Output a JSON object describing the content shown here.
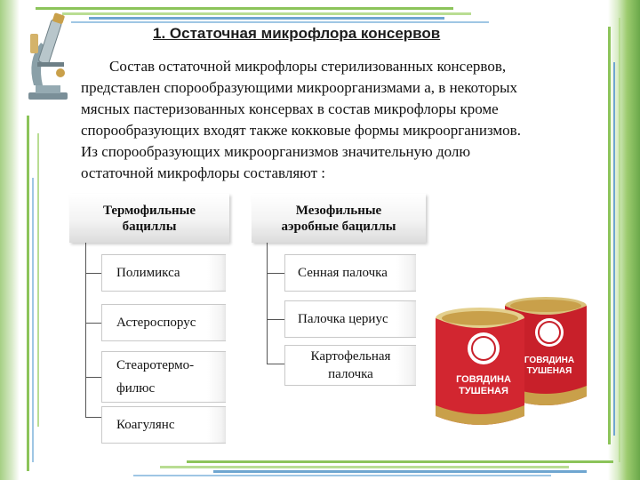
{
  "slide": {
    "title": "1. Остаточная микрофлора консервов",
    "paragraph_lines": [
      "Состав остаточной микрофлоры стерилизованных консервов,",
      "представлен спорообразующими микроорганизмами а, в некоторых",
      "мясных пастеризованных консервах в состав микрофлоры кроме",
      "спорообразующих входят также кокковые формы микроорганизмов.",
      "Из спорообразующих микроорганизмов значительную долю",
      "остаточной микрофлоры составляют :"
    ]
  },
  "diagram": {
    "left": {
      "header_lines": [
        "Термофильные",
        "бациллы"
      ],
      "items": [
        "Полимикса",
        "Астероспорус",
        "Стеаротермо-",
        "филюс",
        "Коагулянс"
      ]
    },
    "right": {
      "header_lines": [
        "Мезофильные",
        "аэробные бациллы"
      ],
      "items": [
        "Сенная палочка",
        "Палочка цериус",
        "Картофельная",
        "палочка"
      ]
    }
  },
  "image": {
    "subject": "canned-meat-tins-icon",
    "can_label_lines": [
      "ГОВЯДИНА",
      "ТУШЕНАЯ"
    ]
  },
  "colors": {
    "accent_green": "#8cc45a",
    "accent_blue": "#6fa6d0",
    "can_red": "#c8202a",
    "can_gold": "#c9a04a"
  }
}
